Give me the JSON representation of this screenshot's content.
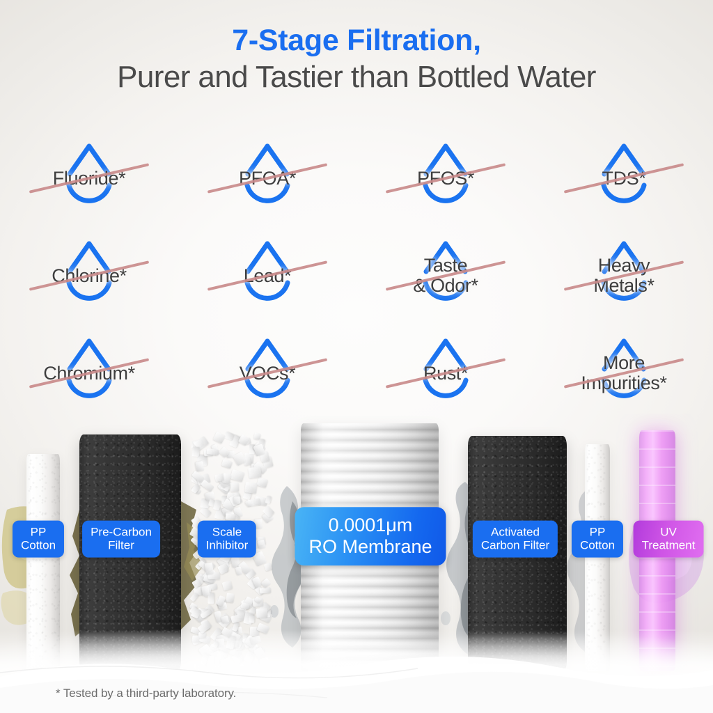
{
  "heading": {
    "line1": "7-Stage Filtration,",
    "line2": "Purer and Tastier than Bottled Water",
    "accent_color": "#1a6ef0",
    "subtitle_color": "#4a4a4a"
  },
  "contaminants": {
    "strike_color": "#c98b8b",
    "droplet_color": "#1a73f0",
    "items": [
      {
        "label": "Fluoride*"
      },
      {
        "label": "PFOA*"
      },
      {
        "label": "PFOS*"
      },
      {
        "label": "TDS*"
      },
      {
        "label": "Chlorine*"
      },
      {
        "label": "Lead*"
      },
      {
        "label": "Taste\n& Odor*"
      },
      {
        "label": "Heavy\nMetals*"
      },
      {
        "label": "Chromium*"
      },
      {
        "label": "VOCs*"
      },
      {
        "label": "Rust*"
      },
      {
        "label": "More\nImpurities*"
      }
    ]
  },
  "filter_stages": {
    "items": [
      {
        "label": "PP\nCotton",
        "color": "#1a6ef0"
      },
      {
        "label": "Pre-Carbon\nFilter",
        "color": "#1a6ef0"
      },
      {
        "label": "Scale\nInhibitor",
        "color": "#1a6ef0"
      },
      {
        "label": "0.0001μm\nRO Membrane",
        "color": "#2a90f4"
      },
      {
        "label": "Activated\nCarbon Filter",
        "color": "#1a6ef0"
      },
      {
        "label": "PP\nCotton",
        "color": "#1a6ef0"
      },
      {
        "label": "UV\nTreatment",
        "color": "#cf55e6"
      }
    ]
  },
  "footnote": {
    "text": "* Tested by a third-party laboratory."
  }
}
